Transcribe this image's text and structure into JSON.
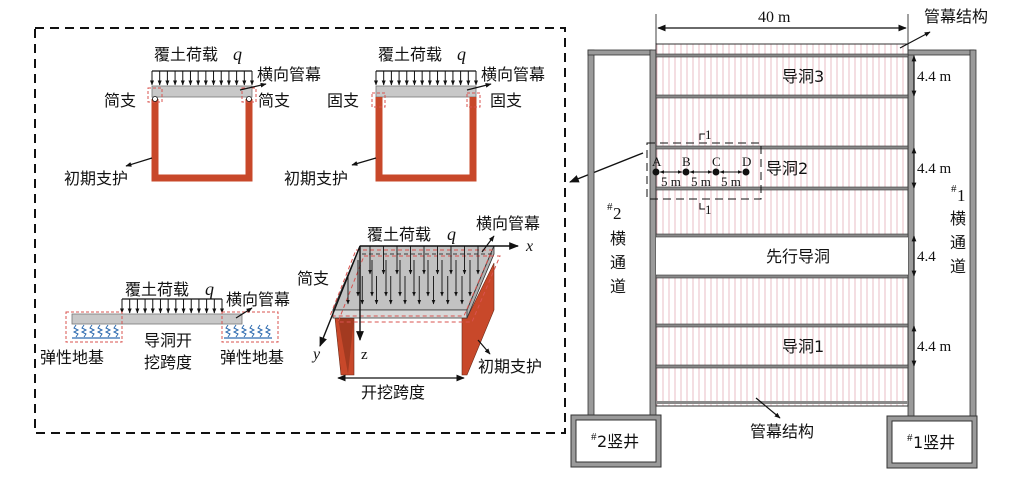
{
  "colors": {
    "support": "#c8482a",
    "pipe_roof": "#c8c8c8",
    "dash_red": "#d9534f",
    "spring": "#2e6bb0",
    "grid_red": "#e6b8c0",
    "wall": "#9a9a9a"
  },
  "left_panel": {
    "simply_supported": {
      "load_label": "覆土荷载",
      "load_symbol": "q",
      "pipe_label": "横向管幕",
      "support_left": "简支",
      "support_right": "简支",
      "lining_label": "初期支护"
    },
    "fixed_supported": {
      "load_label": "覆土荷载",
      "load_symbol": "q",
      "pipe_label": "横向管幕",
      "support_left": "固支",
      "support_right": "固支",
      "lining_label": "初期支护"
    },
    "elastic_foundation": {
      "load_label": "覆土荷载",
      "load_symbol": "q",
      "pipe_label": "横向管幕",
      "foundation_left": "弹性地基",
      "foundation_right": "弹性地基",
      "span_label_line1": "导洞开",
      "span_label_line2": "挖跨度"
    },
    "model_3d": {
      "load_label": "覆土荷载",
      "load_symbol": "q",
      "pipe_label": "横向管幕",
      "support_label": "简支",
      "lining_label": "初期支护",
      "axis_x": "x",
      "axis_y": "y",
      "axis_z": "z",
      "span_label": "开挖跨度"
    }
  },
  "plan_view": {
    "width_dim": "40 m",
    "pipe_structure_top": "管幕结构",
    "pipe_structure_bottom": "管幕结构",
    "drifts": [
      {
        "name": "导洞3",
        "height_dim": "4.4 m"
      },
      {
        "name": "导洞2",
        "height_dim": "4.4 m"
      },
      {
        "name": "先行导洞",
        "height_dim": "4.4"
      },
      {
        "name": "导洞1",
        "height_dim": "4.4 m"
      }
    ],
    "section_mark": "1",
    "points": [
      "A",
      "B",
      "C",
      "D"
    ],
    "point_spacing": [
      "5 m",
      "5 m",
      "5 m"
    ],
    "passage_left": {
      "prefix": "#",
      "number": "2",
      "chars": [
        "横",
        "通",
        "道"
      ]
    },
    "passage_right": {
      "prefix": "#",
      "number": "1",
      "chars": [
        "横",
        "通",
        "道"
      ]
    },
    "shaft_left": {
      "prefix": "#",
      "label": "2竖井"
    },
    "shaft_right": {
      "prefix": "#",
      "label": "1竖井"
    }
  }
}
